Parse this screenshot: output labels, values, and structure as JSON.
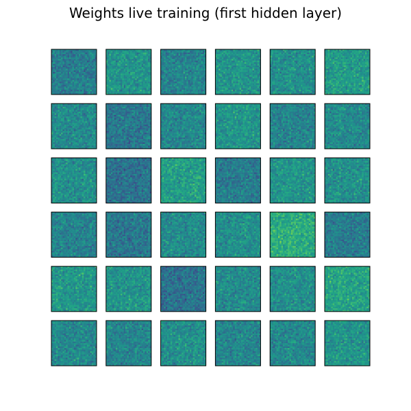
{
  "title": "Weights live training (first hidden layer)",
  "chart_data": {
    "type": "heatmap",
    "title": "Weights live training (first hidden layer)",
    "grid": {
      "rows": 6,
      "cols": 6
    },
    "cell_resolution": [
      28,
      28
    ],
    "colormap": "viridis",
    "axes_visible": false,
    "panel_mean_tone": [
      [
        0.42,
        0.52,
        0.45,
        0.52,
        0.5,
        0.55
      ],
      [
        0.48,
        0.4,
        0.47,
        0.52,
        0.45,
        0.48
      ],
      [
        0.5,
        0.38,
        0.56,
        0.42,
        0.52,
        0.5
      ],
      [
        0.45,
        0.4,
        0.48,
        0.5,
        0.62,
        0.42
      ],
      [
        0.53,
        0.52,
        0.38,
        0.48,
        0.5,
        0.58
      ],
      [
        0.47,
        0.46,
        0.5,
        0.46,
        0.47,
        0.52
      ]
    ]
  }
}
